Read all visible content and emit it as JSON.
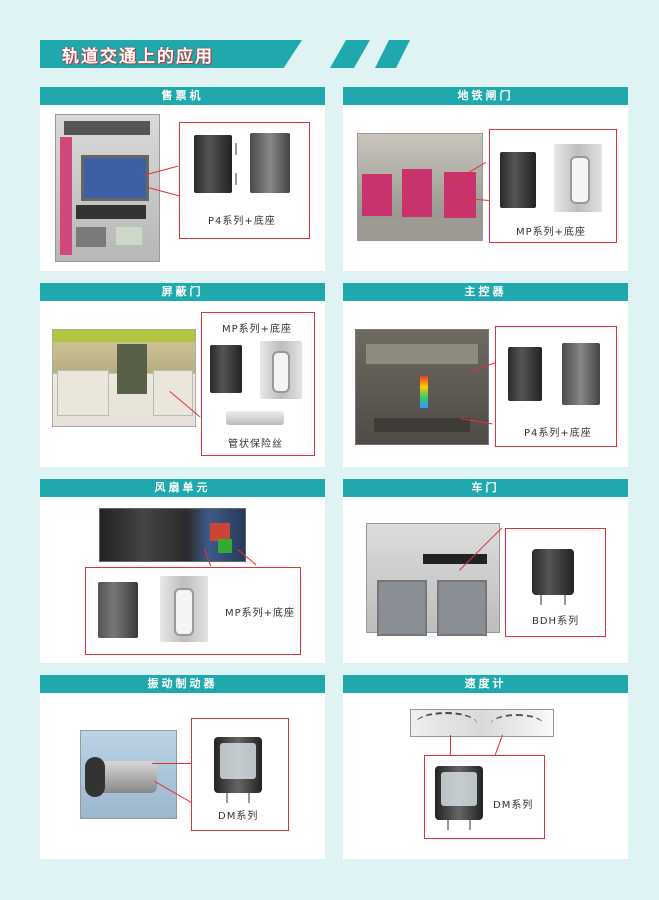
{
  "page": {
    "title": "轨道交通上的应用"
  },
  "panels": [
    {
      "id": "ticket-machine",
      "title": "售票机",
      "caption": "P4系列+底座"
    },
    {
      "id": "subway-gate",
      "title": "地铁闸门",
      "caption": "MP系列+底座"
    },
    {
      "id": "screen-door",
      "title": "屏蔽门",
      "caption": "MP系列+底座",
      "caption2": "管状保险丝"
    },
    {
      "id": "master-controller",
      "title": "主控器",
      "caption": "P4系列+底座"
    },
    {
      "id": "fan-unit",
      "title": "风扇单元",
      "caption": "MP系列+底座"
    },
    {
      "id": "car-door",
      "title": "车门",
      "caption": "BDH系列"
    },
    {
      "id": "vibration-brake",
      "title": "振动制动器",
      "caption": "DM系列"
    },
    {
      "id": "speedometer",
      "title": "速度计",
      "caption": "DM系列"
    }
  ],
  "colors": {
    "accent": "#1fa9ad",
    "callout": "#e0323c",
    "background": "#dff3f4"
  }
}
